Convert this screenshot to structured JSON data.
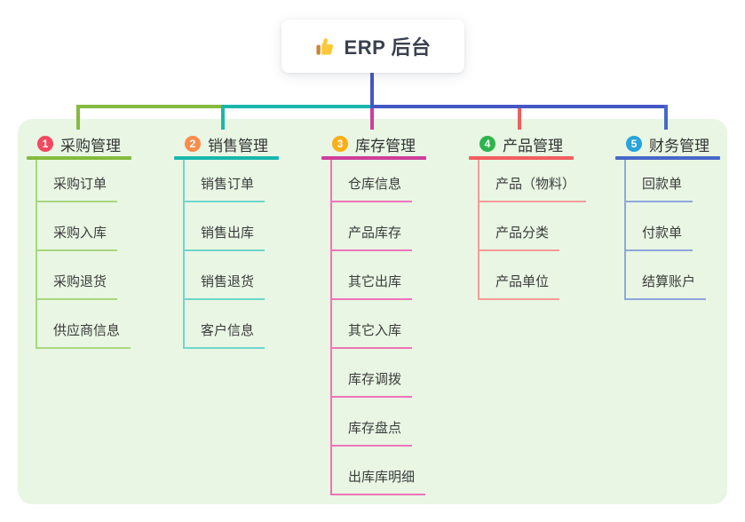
{
  "root": {
    "title": "ERP 后台",
    "icon": "thumbs-up-icon"
  },
  "colors": {
    "panel_bg": "#e8f6e3",
    "card_bg": "#ffffff",
    "connector_indigo": "#4556c5",
    "header_text": "#333333",
    "child_text": "#3c3c3c"
  },
  "branches": [
    {
      "number": "1",
      "title": "采购管理",
      "badge_color": "#f4495d",
      "line_color": "#85bb3f",
      "child_line_color": "#a9d67f",
      "children": [
        "采购订单",
        "采购入库",
        "采购退货",
        "供应商信息"
      ]
    },
    {
      "number": "2",
      "title": "销售管理",
      "badge_color": "#fa8c4c",
      "line_color": "#1ab6ac",
      "child_line_color": "#6fd6cc",
      "children": [
        "销售订单",
        "销售出库",
        "销售退货",
        "客户信息"
      ]
    },
    {
      "number": "3",
      "title": "库存管理",
      "badge_color": "#fbae18",
      "line_color": "#ce3e9b",
      "child_line_color": "#ef74ba",
      "children": [
        "仓库信息",
        "产品库存",
        "其它出库",
        "其它入库",
        "库存调拨",
        "库存盘点",
        "出库库明细"
      ]
    },
    {
      "number": "4",
      "title": "产品管理",
      "badge_color": "#2eb34f",
      "line_color": "#f15e5e",
      "child_line_color": "#f79b9b",
      "children": [
        "产品（物料）",
        "产品分类",
        "产品单位"
      ]
    },
    {
      "number": "5",
      "title": "财务管理",
      "badge_color": "#29a3dc",
      "line_color": "#4768c9",
      "child_line_color": "#8fa7dc",
      "children": [
        "回款单",
        "付款单",
        "结算账户"
      ]
    }
  ]
}
